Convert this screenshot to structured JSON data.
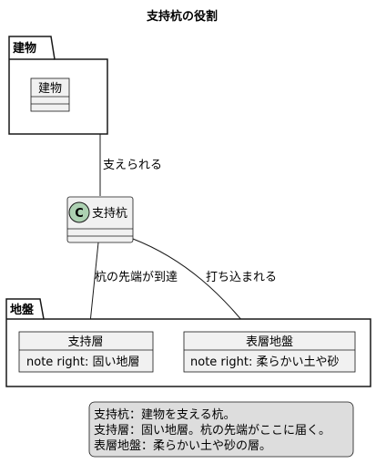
{
  "title": "支持杭の役割",
  "colors": {
    "box_fill": "#F1F1F1",
    "stroke": "#181818",
    "class_badge": "#ADD1B2",
    "note_fill": "#DDDDDD"
  },
  "packages": {
    "building": {
      "label": "建物",
      "object_label": "建物"
    },
    "ground": {
      "label": "地盤"
    }
  },
  "support_pile": {
    "badge": "C",
    "label": "支持杭"
  },
  "bearing_layer": {
    "label": "支持層",
    "attribute": "note right: 固い地層"
  },
  "surface_ground": {
    "label": "表層地盤",
    "attribute": "note right: 柔らかい土や砂"
  },
  "edges": {
    "building_to_pile": "支えられる",
    "pile_to_bearing": "杭の先端が到達",
    "pile_to_surface": "打ち込まれる"
  },
  "legend_note": {
    "lines": [
      "支持杭：建物を支える杭。",
      "支持層：固い地層。杭の先端がここに届く。",
      "表層地盤：柔らかい土や砂の層。"
    ]
  }
}
